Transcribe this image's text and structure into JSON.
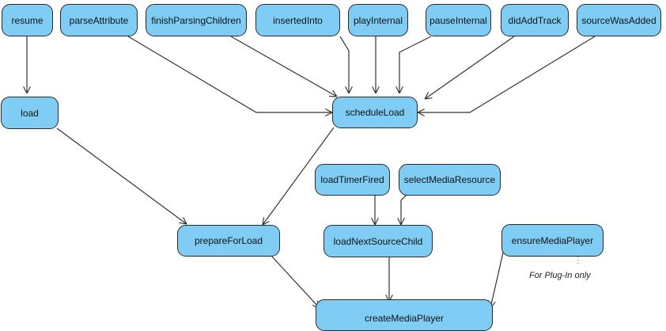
{
  "diagram": {
    "nodes": {
      "resume": "resume",
      "parseAttribute": "parseAttribute",
      "finishParsingChildren": "finishParsingChildren",
      "insertedInto": "insertedInto",
      "playInternal": "playInternal",
      "pauseInternal": "pauseInternal",
      "didAddTrack": "didAddTrack",
      "sourceWasAdded": "sourceWasAdded",
      "load": "load",
      "scheduleLoad": "scheduleLoad",
      "loadTimerFired": "loadTimerFired",
      "selectMediaResource": "selectMediaResource",
      "prepareForLoad": "prepareForLoad",
      "loadNextSourceChild": "loadNextSourceChild",
      "ensureMediaPlayer": "ensureMediaPlayer",
      "createMediaPlayer": "createMediaPlayer"
    },
    "note": "For Plug-In only",
    "edges": [
      [
        "resume",
        "load"
      ],
      [
        "parseAttribute",
        "scheduleLoad"
      ],
      [
        "finishParsingChildren",
        "scheduleLoad"
      ],
      [
        "insertedInto",
        "scheduleLoad"
      ],
      [
        "playInternal",
        "scheduleLoad"
      ],
      [
        "pauseInternal",
        "scheduleLoad"
      ],
      [
        "didAddTrack",
        "scheduleLoad"
      ],
      [
        "sourceWasAdded",
        "scheduleLoad"
      ],
      [
        "load",
        "prepareForLoad"
      ],
      [
        "scheduleLoad",
        "prepareForLoad"
      ],
      [
        "loadTimerFired",
        "loadNextSourceChild"
      ],
      [
        "selectMediaResource",
        "loadNextSourceChild"
      ],
      [
        "prepareForLoad",
        "createMediaPlayer"
      ],
      [
        "loadNextSourceChild",
        "createMediaPlayer"
      ],
      [
        "ensureMediaPlayer",
        "createMediaPlayer"
      ]
    ],
    "colors": {
      "node_fill": "#7fcdf4",
      "node_stroke": "#2a2a2a",
      "edge": "#333333"
    }
  }
}
